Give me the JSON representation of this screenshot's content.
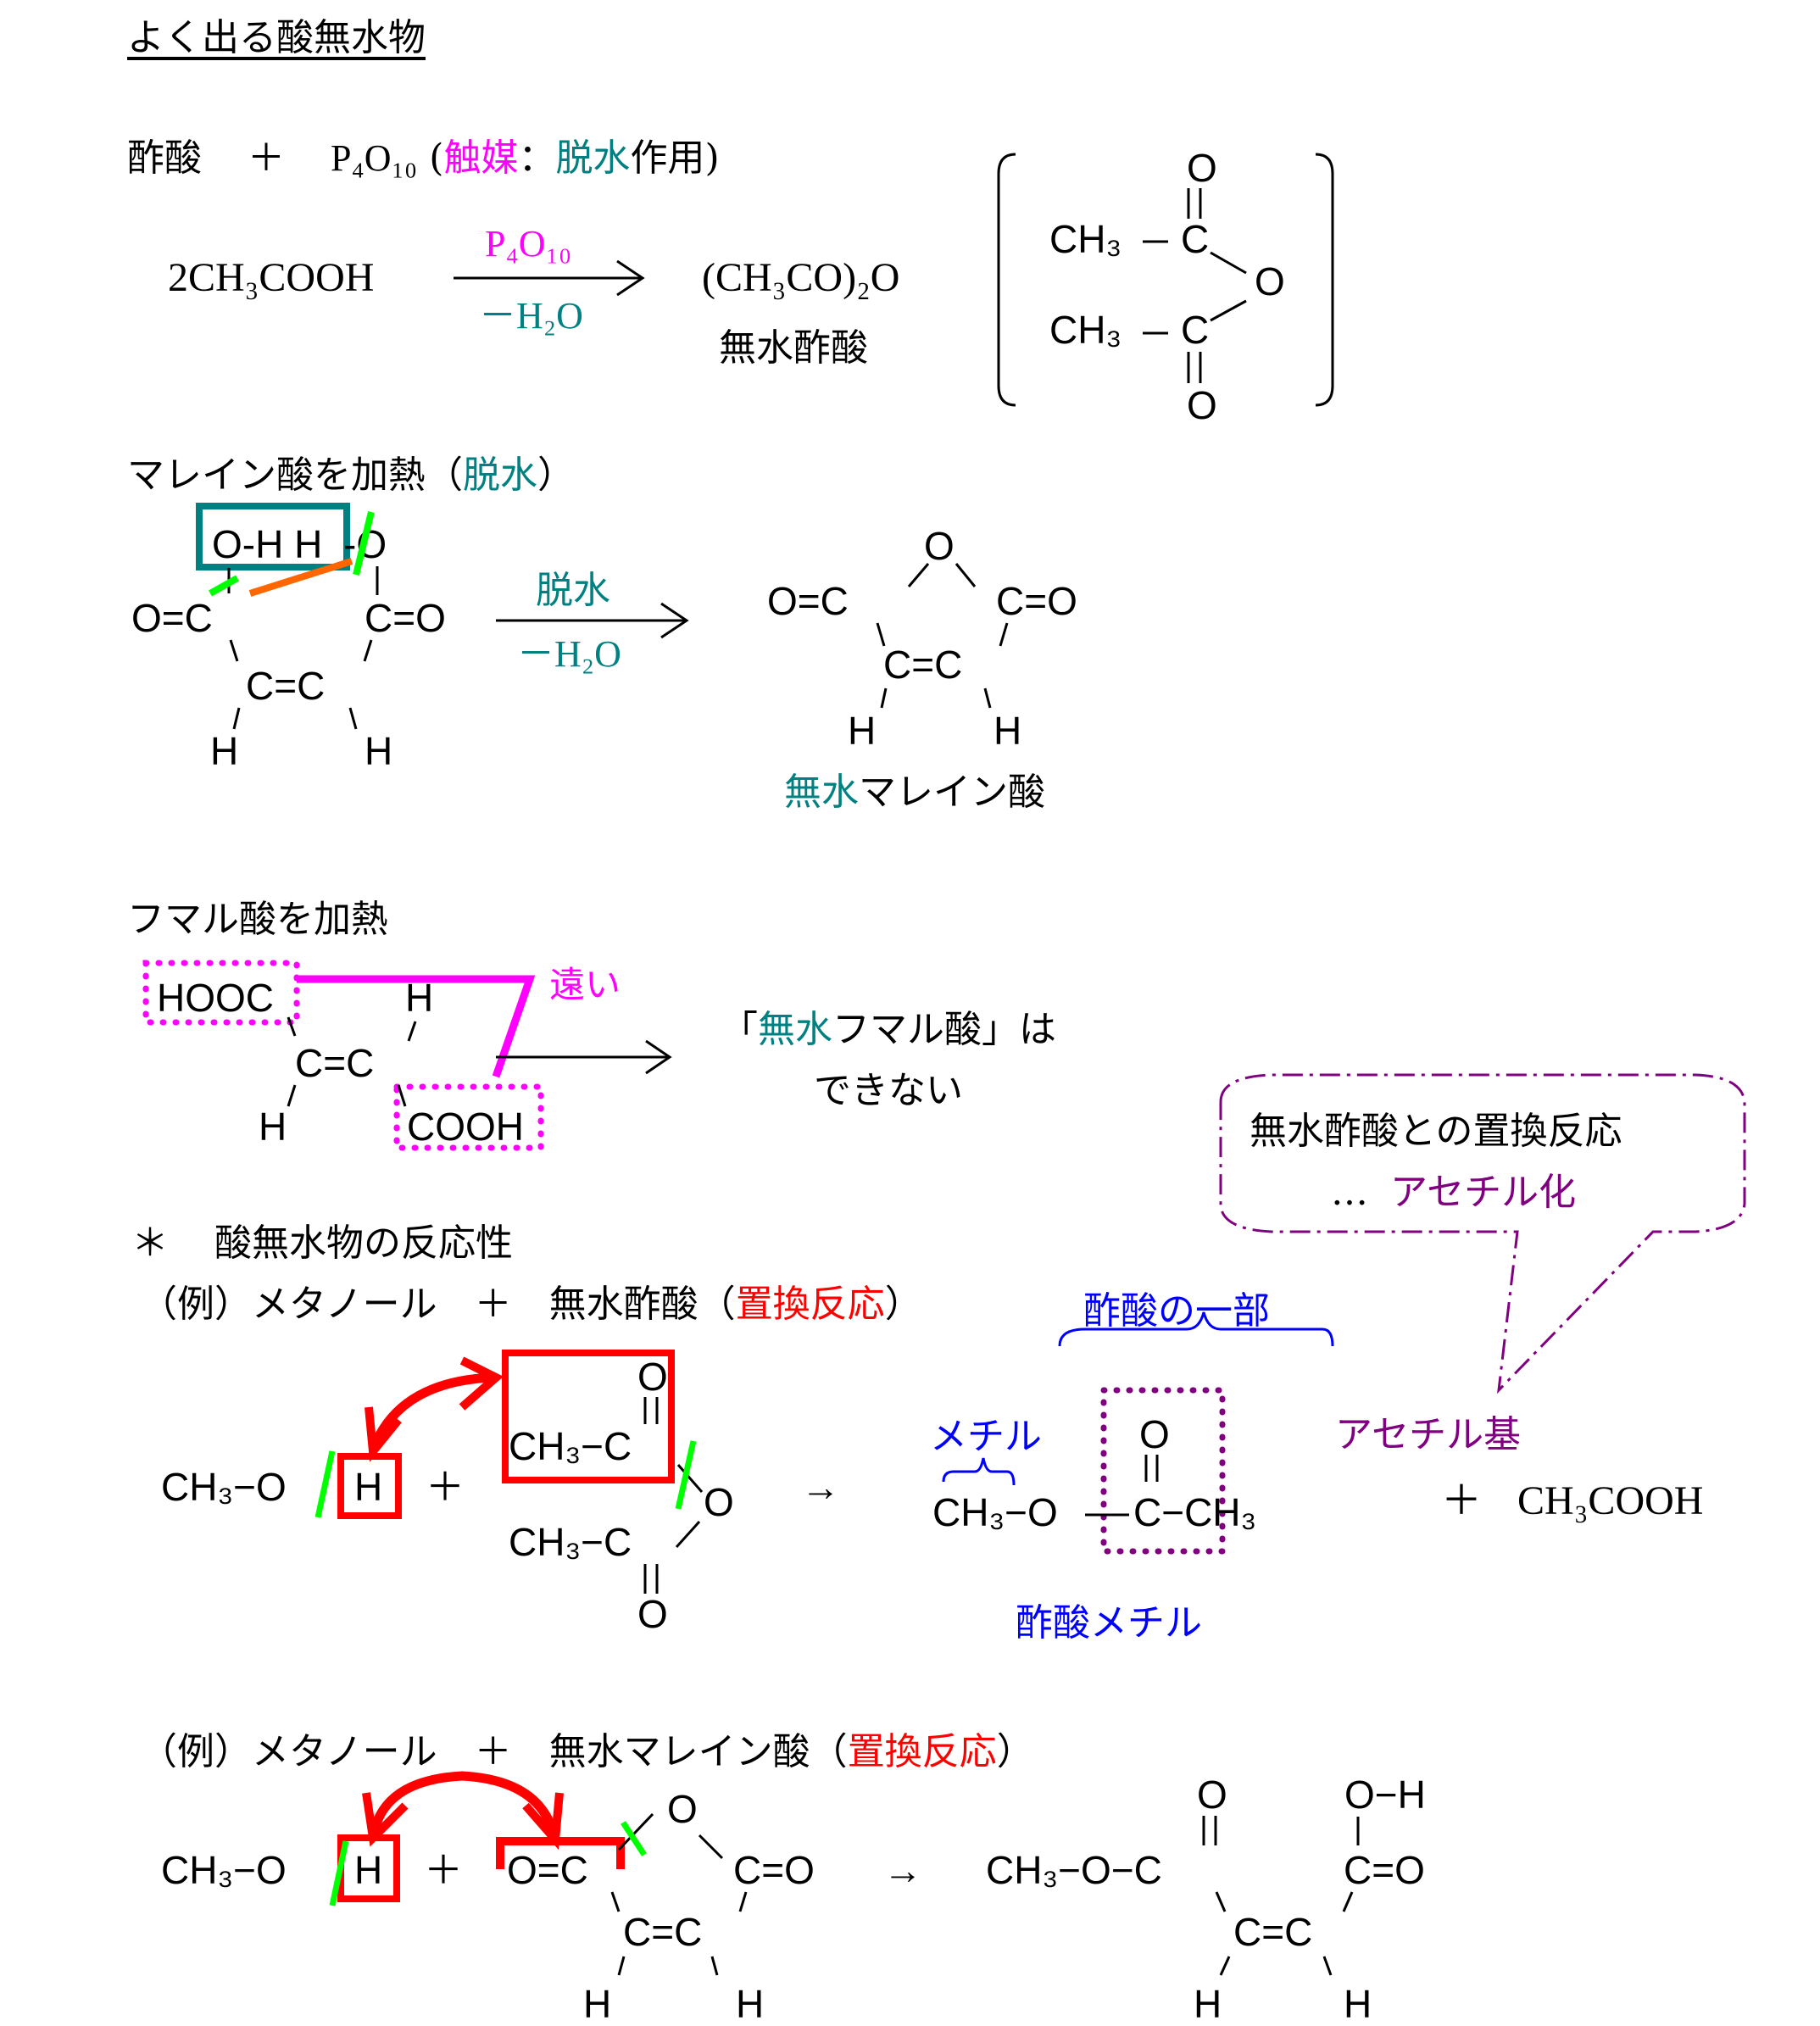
{
  "title": "よく出る酸無水物",
  "section1": {
    "line": {
      "acetic_acid": "酢酸",
      "plus": "＋",
      "reagent": "P₄O₁₀",
      "paren_open": "(",
      "catalyst": "触媒",
      "colon": "：",
      "dehydration": "脱水",
      "action": "作用",
      "paren_close": ")"
    },
    "equation": {
      "reactant": "2CH₃COOH",
      "above_arrow": "P₄O₁₀",
      "below_arrow": "－H₂O",
      "product": "(CH₃CO)₂O",
      "product_name": "無水酢酸"
    },
    "structure": {
      "ch3_top": "CH₃",
      "ch3_bottom": "CH₃",
      "c": "C",
      "o": "O"
    }
  },
  "section2": {
    "heading_prefix": "マレイン酸を加熱（",
    "heading_teal": "脱水",
    "heading_suffix": "）",
    "reactant": {
      "box_text": "O-H H",
      "dash_o": "-O",
      "left_co": "O=C",
      "right_co": "C=O",
      "cc": "C=C",
      "h": "H"
    },
    "arrow_above": "脱水",
    "arrow_below": "－H₂O",
    "product": {
      "o_top": "O",
      "left_co": "O=C",
      "right_co": "C=O",
      "cc": "C=C",
      "h": "H"
    },
    "product_name_teal": "無水",
    "product_name_rest": "マレイン酸"
  },
  "section3": {
    "heading": "フマル酸を加熱",
    "hooc": "HOOC",
    "h": "H",
    "cc": "C=C",
    "cooh": "COOH",
    "far_label": "遠い",
    "result_open": "「",
    "result_teal": "無水",
    "result_rest": "フマル酸」は",
    "result_line2": "できない"
  },
  "callout": {
    "line1": "無水酢酸との置換反応",
    "ellipsis": "…",
    "line2": "アセチル化"
  },
  "section4": {
    "heading_star": "＊",
    "heading": "酸無水物の反応性",
    "example1": {
      "prefix": "（例）メタノール　＋　無水酢酸（",
      "red": "置換反応",
      "suffix": "）",
      "methanol": "CH₃−O",
      "h": "H",
      "plus": "＋",
      "anhydride_top": "CH₃−C",
      "o": "O",
      "anhydride_bottom": "CH₃−C",
      "arrow": "→",
      "label_part_of_acetic": "酢酸の一部",
      "label_methyl": "メチル",
      "label_acetyl_group": "アセチル基",
      "product_left": "CH₃−O",
      "product_mid": "C−CH₃",
      "product_plus": "＋",
      "byproduct": "CH₃COOH",
      "product_name": "酢酸メチル"
    },
    "example2": {
      "prefix": "（例）メタノール　＋　無水マレイン酸（",
      "red": "置換反応",
      "suffix": "）",
      "methanol": "CH₃−O",
      "h": "H",
      "plus": "＋",
      "left_co": "O=C",
      "o_top": "O",
      "right_co": "C=O",
      "cc": "C=C",
      "arrow": "→",
      "product_left": "CH₃−O−C",
      "o": "O",
      "oh": "O−H"
    }
  },
  "colors": {
    "teal": "#008080",
    "magenta": "#ff00ff",
    "red": "#ff0000",
    "blue": "#0000ff",
    "purple": "#800080",
    "green": "#00ff00",
    "orange": "#ff6600"
  }
}
